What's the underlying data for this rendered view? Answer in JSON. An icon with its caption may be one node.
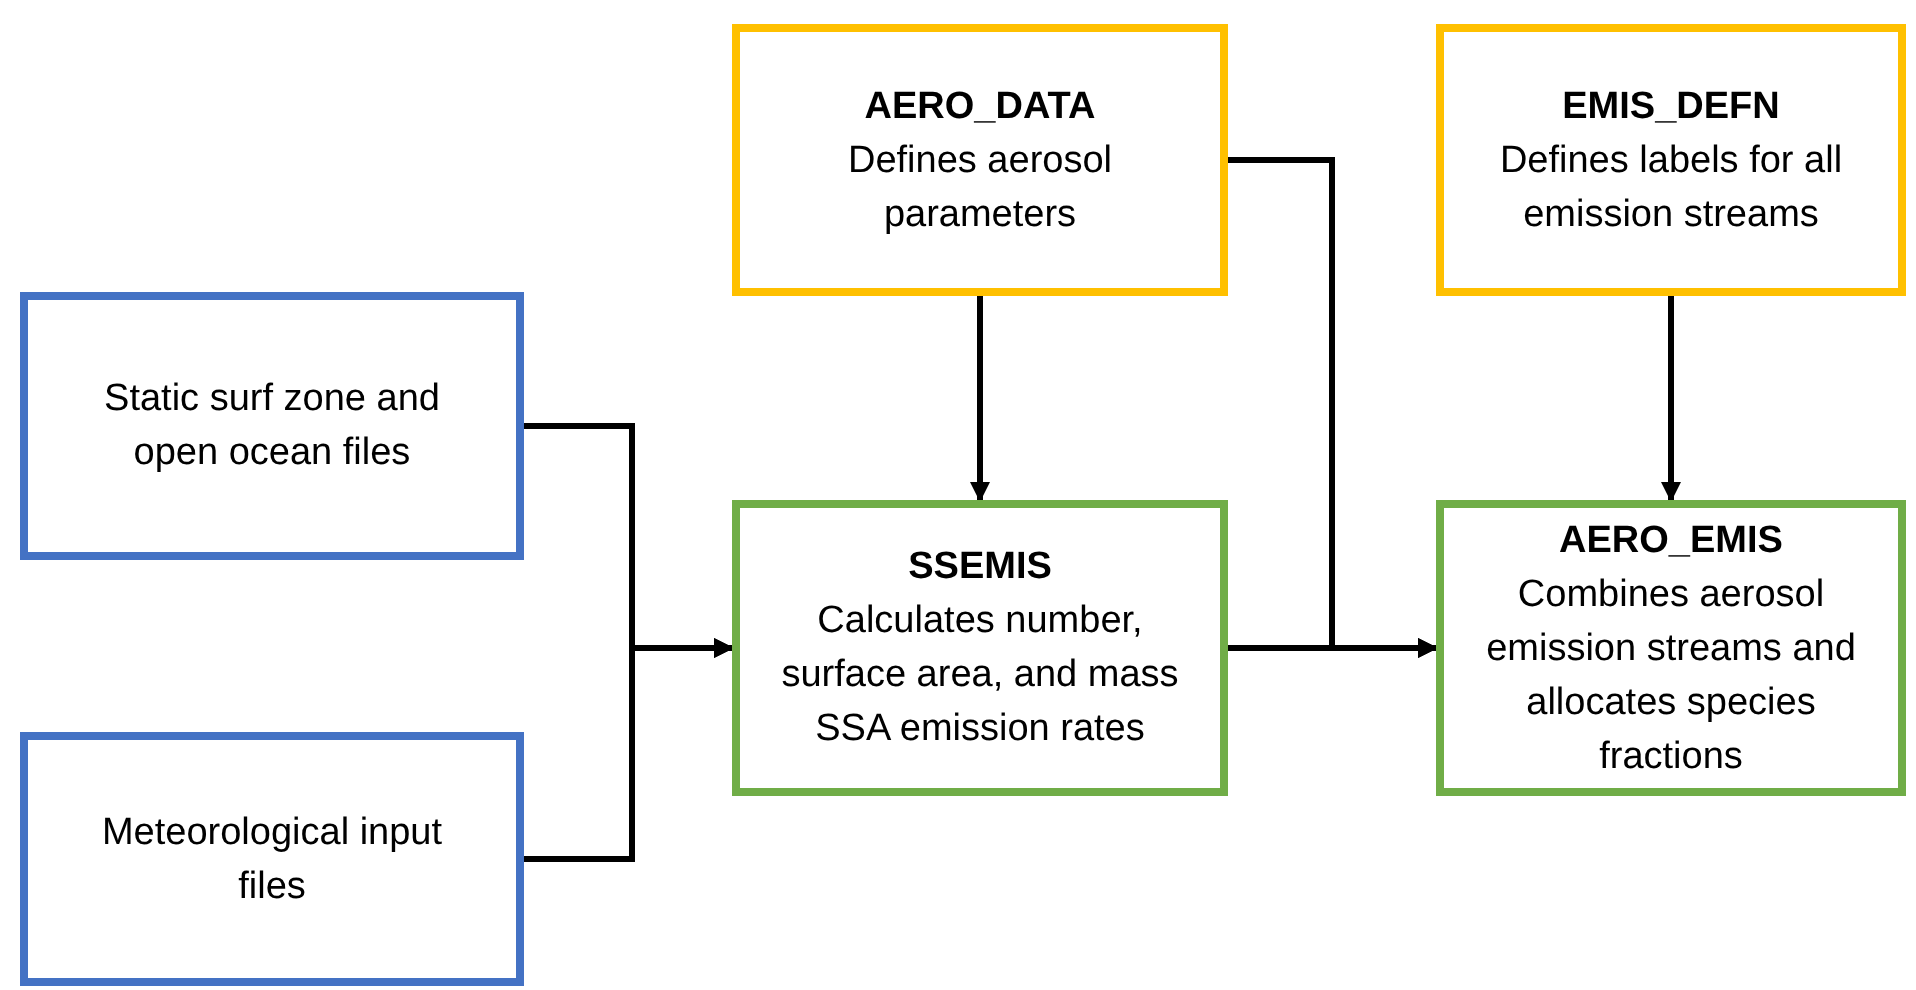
{
  "diagram": {
    "nodes": [
      {
        "text": [
          "AERO_DATA",
          "Defines aerosol parameters"
        ]
      },
      {
        "text": [
          "EMIS_DEFN",
          "Defines labels for all emission streams"
        ]
      },
      {
        "text": [
          "Static surf zone and open ocean files"
        ]
      },
      {
        "text": [
          "SSEMIS",
          "Calculates number, surface area, and mass SSA emission rates"
        ]
      },
      {
        "text": [
          "AERO_EMIS",
          "Combines aerosol emission streams and allocates species fractions"
        ]
      },
      {
        "text": [
          "Meteorological input files"
        ]
      }
    ],
    "edges": [
      {
        "from": 2,
        "to": 3,
        "arrow": "to"
      },
      {
        "from": 5,
        "to": 3,
        "arrow": "to"
      },
      {
        "from": 0,
        "to": 3,
        "arrow": "to"
      },
      {
        "from": 1,
        "to": 4,
        "arrow": "to"
      },
      {
        "from": 3,
        "to": 4,
        "arrow": "to"
      },
      {
        "from": 0,
        "to": 4,
        "arrow": "to"
      }
    ]
  }
}
